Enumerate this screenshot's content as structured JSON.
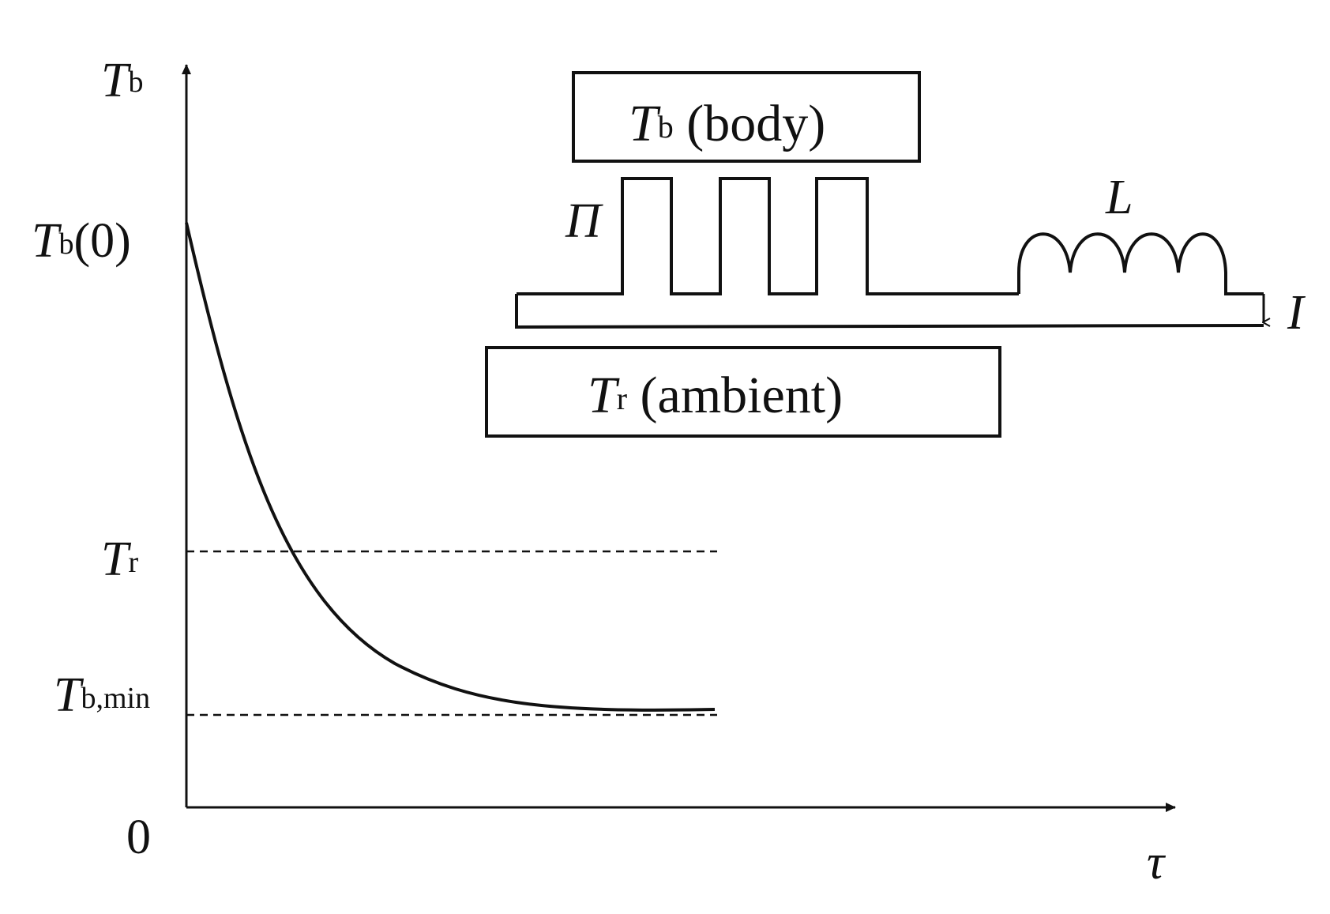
{
  "axes": {
    "y_label": {
      "main": "T",
      "sub": "b"
    },
    "x_label": "τ",
    "origin_label": "0"
  },
  "y_ticks": [
    {
      "main": "T",
      "sub": "b",
      "suffix": "(0)"
    },
    {
      "main": "T",
      "sub": "r",
      "suffix": ""
    },
    {
      "main": "T",
      "sub": "b,min",
      "suffix": ""
    }
  ],
  "inset": {
    "body_box": {
      "main": "T",
      "sub": "b",
      "text": " (body)"
    },
    "ambient_box": {
      "main": "T",
      "sub": "r",
      "text": " (ambient)"
    },
    "thermoelement_label": "Π",
    "inductor_label": "L",
    "current_label": "I"
  },
  "colors": {
    "stroke": "#111111",
    "background": "#ffffff"
  }
}
